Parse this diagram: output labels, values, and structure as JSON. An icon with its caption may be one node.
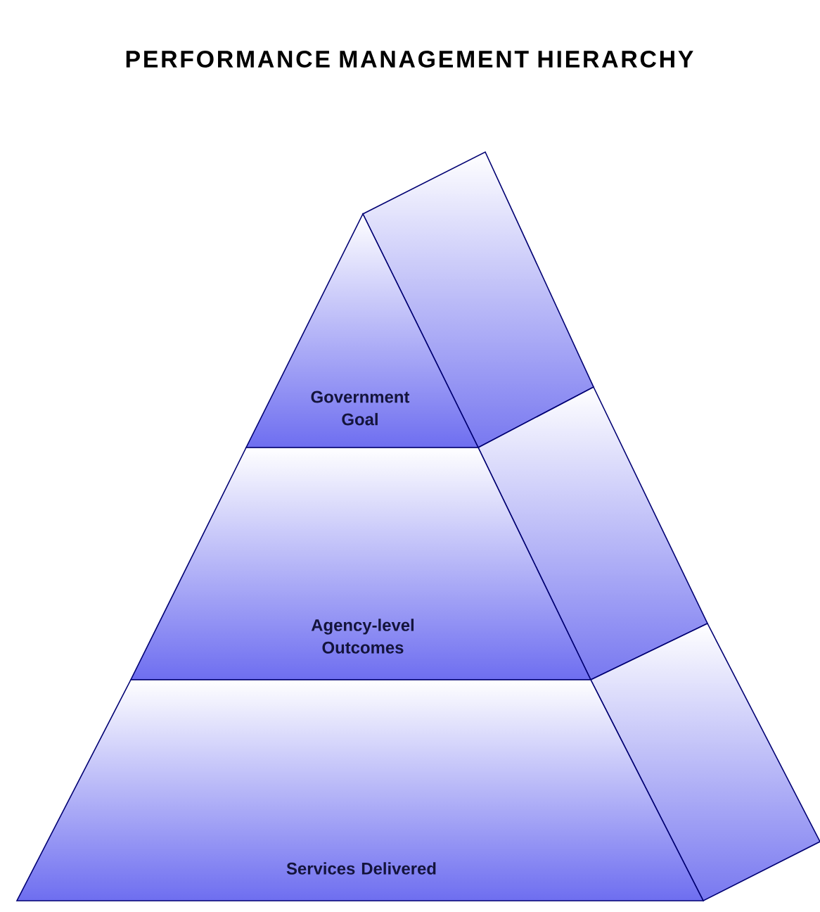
{
  "diagram": {
    "title": "PERFORMANCE MANAGEMENT HIERARCHY",
    "nodes": [
      {
        "text": [
          "Government Goal"
        ]
      },
      {
        "text": [
          "Agency-level Outcomes"
        ]
      },
      {
        "text": [
          "Services Delivered"
        ]
      }
    ]
  }
}
